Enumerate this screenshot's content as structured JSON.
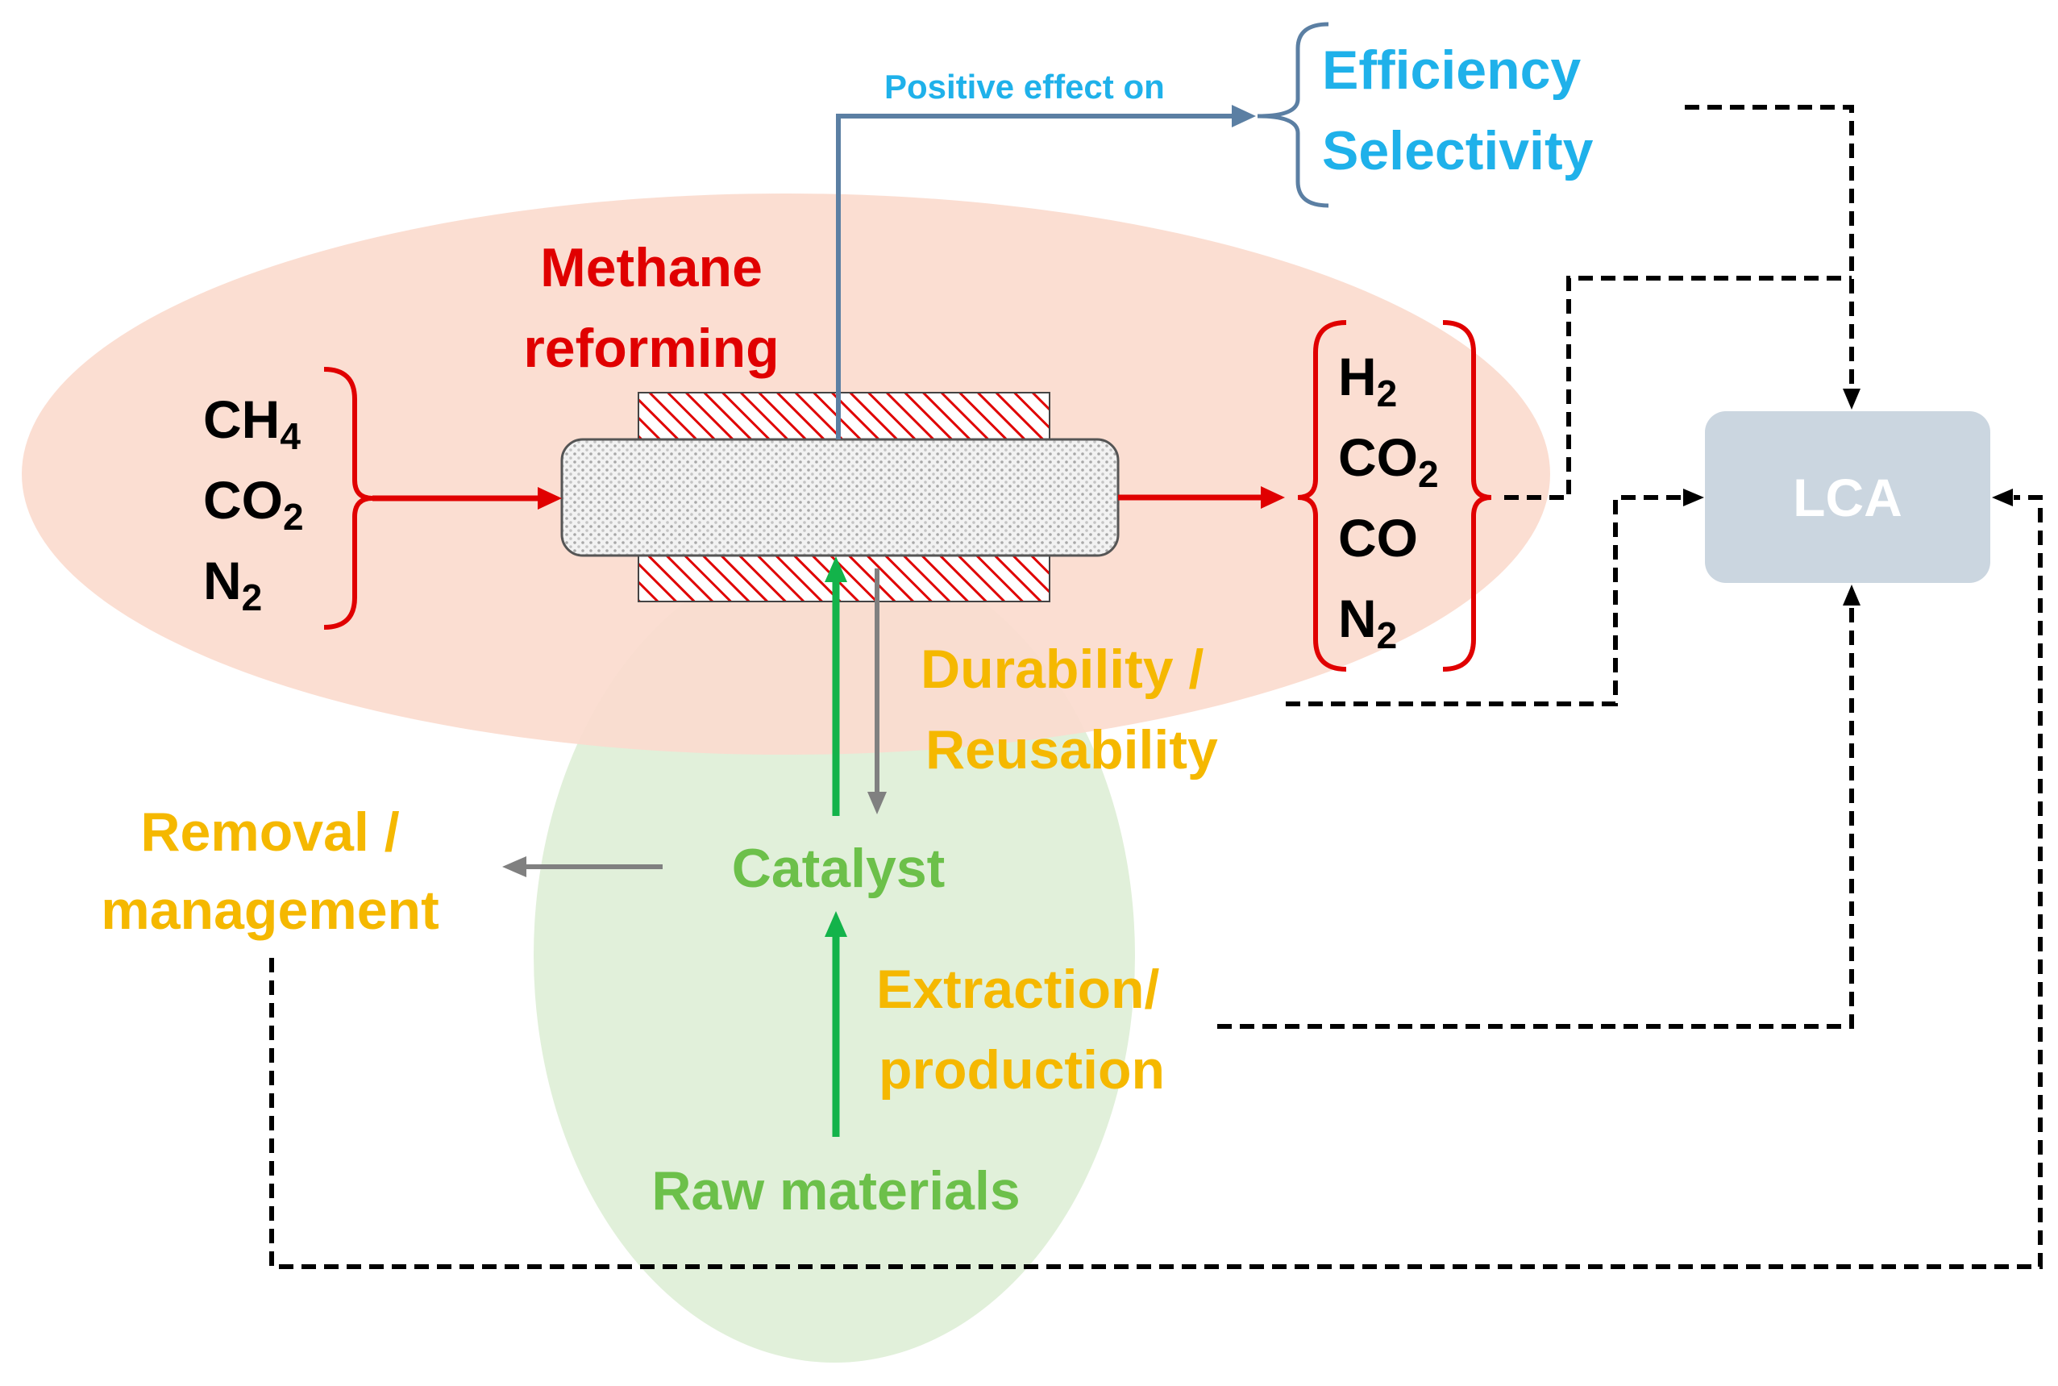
{
  "process": {
    "title_line1": "Methane",
    "title_line2": "reforming"
  },
  "inputs": [
    {
      "base": "CH",
      "sub": "4"
    },
    {
      "base": "CO",
      "sub": "2"
    },
    {
      "base": "N",
      "sub": "2"
    }
  ],
  "outputs": [
    {
      "base": "H",
      "sub": "2"
    },
    {
      "base": "CO",
      "sub": "2"
    },
    {
      "base": "CO",
      "sub": ""
    },
    {
      "base": "N",
      "sub": "2"
    }
  ],
  "effect": {
    "label": "Positive effect on",
    "items": [
      "Efficiency",
      "Selectivity"
    ]
  },
  "catalyst": {
    "label": "Catalyst",
    "raw_materials": "Raw materials"
  },
  "stages": {
    "durability_line1": "Durability /",
    "durability_line2": "Reusability",
    "removal_line1": "Removal /",
    "removal_line2": "management",
    "extraction_line1": "Extraction/",
    "extraction_line2": "production"
  },
  "lca": {
    "label": "LCA"
  },
  "colors": {
    "process_region": "#fbdccf",
    "catalyst_region": "#e1f0da",
    "feed_arrow": "#e00000",
    "effect_arrow": "#5b7fa3",
    "catalyst_arrow": "#13b34a",
    "return_arrow": "#808080",
    "lca_box": "#cbd6e0"
  }
}
